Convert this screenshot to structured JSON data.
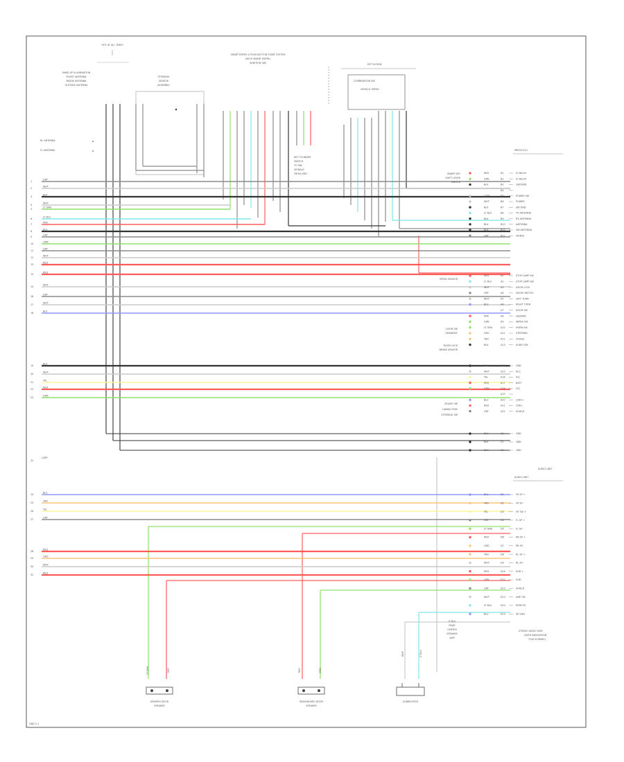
{
  "frame_label": "GND 2-1",
  "top": {
    "top_label": "HOT AT ALL TIMES",
    "unit_title": "SMART ENTRY & PUSH BUTTON START SYSTEM",
    "unit_sub1": "(WITH SMART ENTRY)",
    "unit_sub2": "(IGNITION SW)",
    "left_header": [
      "MAKE-UP ILLUMINATION",
      "FRONT ANTENNA",
      "INSIDE ANTENNA",
      "OUTSIDE ANTENNA"
    ],
    "mid_header": [
      "STEERING",
      "SENSOR",
      "ASSEMBLY"
    ],
    "right_header": "HOT IN RUN",
    "sub_box": "COMBINATION SW",
    "vehicle_speed": "VEHICLE SPEED",
    "key_cylinder": "KEY CYLINDER",
    "sw_note_lines": [
      "SWITCH",
      "TO PIN",
      "SIGNALS",
      "FROM UNIT"
    ]
  },
  "left_side": {
    "rear_antenna": "RL ANTENNA",
    "front_antenna": "FL ANTENNA"
  },
  "right_top": {
    "connector_label": "PRESS ECU",
    "notes": [
      {
        "text": "SMART KEY",
        "color": "#e53935"
      },
      {
        "text": "SHIFT LEVER",
        "color": "#43a047"
      },
      {
        "text": "SWITCH",
        "color": "#555555"
      }
    ],
    "pins": [
      {
        "wire": "RED",
        "num": "B1",
        "label": "IG RELAY"
      },
      {
        "wire": "GRN",
        "num": "B2",
        "label": "IG RELAY"
      },
      {
        "wire": "BLK",
        "num": "B3",
        "label": "GROUND"
      },
      {
        "wire": "",
        "num": "B4",
        "label": ""
      },
      {
        "wire": "LGRT",
        "num": "B5",
        "label": "POWER SW"
      },
      {
        "wire": "WHT",
        "num": "B6",
        "label": "POWER"
      },
      {
        "wire": "BLK",
        "num": "B7",
        "label": "SW GND"
      },
      {
        "wire": "LT BLU",
        "num": "B8",
        "label": "TX ANTENNA"
      },
      {
        "wire": "BLK",
        "num": "B9",
        "label": "RX ANTENNA"
      },
      {
        "wire": "BLK",
        "num": "B10",
        "label": "ANTENNA"
      },
      {
        "wire": "BLK",
        "num": "B11",
        "label": "SW ANTENNA"
      },
      {
        "wire": "GRY",
        "num": "B12",
        "label": "SIGNAL"
      }
    ]
  },
  "right_mid": {
    "pins": [
      {
        "wire": "RED",
        "num": "A1",
        "label": "STOP LAMP SW"
      },
      {
        "wire": "LT BLU",
        "num": "A2",
        "label": "STOP LAMP SW"
      },
      {
        "wire": "WHT",
        "num": "A3",
        "label": "DOOR LOCK"
      },
      {
        "wire": "GRY",
        "num": "A4",
        "label": "DOOR UNLOCK"
      },
      {
        "wire": "WHT",
        "num": "A5",
        "label": "LEFT TURN"
      },
      {
        "wire": "BLU",
        "num": "A6",
        "label": "RIGHT TURN"
      },
      {
        "wire": "",
        "num": "A7",
        "label": "DOOR SW"
      },
      {
        "wire": "PNK",
        "num": "A8",
        "label": "HAZARD"
      },
      {
        "wire": "GRN",
        "num": "A9",
        "label": "WIPER SW"
      },
      {
        "wire": "LT GRN",
        "num": "A10",
        "label": "HORN SW"
      },
      {
        "wire": "ORG",
        "num": "A11",
        "label": "STEERING"
      },
      {
        "wire": "TAN",
        "num": "A12",
        "label": "CRUISE"
      },
      {
        "wire": "BLK",
        "num": "A13",
        "label": "AUDIO SW"
      }
    ],
    "notes": [
      "SPEED SENSOR",
      "DOOR SW",
      "GRADIENT",
      "DOOR LOCK",
      "BRAKE SENSOR"
    ]
  },
  "right_low": {
    "pins": [
      {
        "wire": "BLK",
        "num": "A14",
        "label": "GND"
      },
      {
        "wire": "WHT",
        "num": "A15",
        "label": "ACC"
      },
      {
        "wire": "YEL",
        "num": "A16",
        "label": "IG1"
      },
      {
        "wire": "RED",
        "num": "A17",
        "label": "BATT"
      },
      {
        "wire": "GRN",
        "num": "A18",
        "label": "IG2"
      },
      {
        "wire": "",
        "num": "A19",
        "label": ""
      },
      {
        "wire": "BLU",
        "num": "A20",
        "label": "CAN H"
      },
      {
        "wire": "RED",
        "num": "A21",
        "label": "CAN L"
      },
      {
        "wire": "GRY",
        "num": "A22",
        "label": "SHIELD"
      }
    ],
    "notes": [
      "CRUISE SW",
      "HANDS FREE",
      "STEERING SW"
    ]
  },
  "ground_block": {
    "pins": [
      {
        "wire": "BLK",
        "num": "C1",
        "label": "GND"
      },
      {
        "wire": "BLK",
        "num": "C2",
        "label": "GND"
      },
      {
        "wire": "BLK",
        "num": "C3",
        "label": "GND"
      }
    ],
    "right_note": "AUDIO UNIT",
    "left_wire": "LGRY",
    "left_num": "22"
  },
  "audio": {
    "connector_label": "AUDIO UNIT",
    "unit_label": [
      "STEREO AUDIO UNIT",
      "(WITH NAVIGATION",
      "TOUCH PANEL)"
    ],
    "note": [
      "LT BLU",
      "REAR",
      "CENTER",
      "SPEAKER",
      "AMP"
    ],
    "pins": [
      {
        "wire": "BLU",
        "num": "D1",
        "label": "FR SP +"
      },
      {
        "wire": "TAN",
        "num": "D2",
        "label": "FR SP -"
      },
      {
        "wire": "YEL",
        "num": "D3",
        "label": "FR TW +"
      },
      {
        "wire": "GRY",
        "num": "D4",
        "label": "FL SP +"
      },
      {
        "wire": "LT GRN",
        "num": "D5",
        "label": "FL SP -"
      },
      {
        "wire": "RED",
        "num": "D6",
        "label": "RR SP +"
      },
      {
        "wire": "ORG",
        "num": "D7",
        "label": "RR SP -"
      },
      {
        "wire": "TAN",
        "num": "D8",
        "label": "RL SP +"
      },
      {
        "wire": "WHT",
        "num": "D9",
        "label": "RL SP -"
      },
      {
        "wire": "RED",
        "num": "D10",
        "label": "SUB +"
      },
      {
        "wire": "GRN",
        "num": "D11",
        "label": "SUB -"
      },
      {
        "wire": "GRY",
        "num": "D12",
        "label": "SHIELD"
      },
      {
        "wire": "WHT",
        "num": "D13",
        "label": "AMP ON"
      },
      {
        "wire": "LT BLU",
        "num": "D14",
        "label": "REMOTE"
      },
      {
        "wire": "BLU",
        "num": "D15",
        "label": "SP GND"
      }
    ]
  },
  "speakers": {
    "left": {
      "label": [
        "DRIVERS DOOR",
        "SPEAKER"
      ],
      "wire1": "LT GRN",
      "wire2": "RED"
    },
    "center": {
      "label": [
        "PASSENGERS DOOR",
        "SPEAKER"
      ],
      "wire1": "RED",
      "wire2": "GRN"
    },
    "right": {
      "label": [
        "SUBWOOFER"
      ],
      "wire1": "WHT",
      "wire2": "LT BLU"
    }
  },
  "left_rows": [
    {
      "num": "1",
      "wire": "GRY"
    },
    {
      "num": "2",
      "wire": "WHT"
    },
    {
      "num": "3",
      "wire": "BLK"
    },
    {
      "num": "4",
      "wire": "WHT"
    },
    {
      "num": "5",
      "wire": "LT GRN"
    },
    {
      "num": "6",
      "wire": "LT BLU"
    },
    {
      "num": "7",
      "wire": "PNK"
    },
    {
      "num": "8",
      "wire": "BLK"
    },
    {
      "num": "9",
      "wire": "GRY"
    },
    {
      "num": "10",
      "wire": "GRN"
    },
    {
      "num": "11",
      "wire": "GRY"
    },
    {
      "num": "12",
      "wire": "WHT"
    },
    {
      "num": "13",
      "wire": "RED"
    },
    {
      "num": "14",
      "wire": "RED"
    },
    {
      "num": "15",
      "wire": "WHT"
    },
    {
      "num": "16",
      "wire": "GRY"
    },
    {
      "num": "17",
      "wire": "WHT"
    },
    {
      "num": "18",
      "wire": "BLU"
    },
    {
      "num": "19",
      "wire": "BLK"
    },
    {
      "num": "20",
      "wire": "WHT"
    },
    {
      "num": "21",
      "wire": "YEL"
    },
    {
      "num": "22",
      "wire": "RED"
    },
    {
      "num": "23",
      "wire": "GRN"
    },
    {
      "num": "24",
      "wire": "BLU"
    },
    {
      "num": "25",
      "wire": "TAN"
    },
    {
      "num": "26",
      "wire": "YEL"
    },
    {
      "num": "27",
      "wire": "GRY"
    },
    {
      "num": "28",
      "wire": "RED"
    },
    {
      "num": "29",
      "wire": "ORG"
    },
    {
      "num": "30",
      "wire": "WHT"
    },
    {
      "num": "31",
      "wire": "RED"
    }
  ],
  "colors": {
    "frame": "#555555",
    "red": "#ff5a5a",
    "green": "#8ee06a",
    "cyan": "#7fe5ea",
    "blue": "#8f96ff",
    "yellow": "#fff59a",
    "orange": "#ffc27a",
    "gray": "#8a8a8a",
    "dark": "#333333",
    "light": "#c9c9c9"
  }
}
